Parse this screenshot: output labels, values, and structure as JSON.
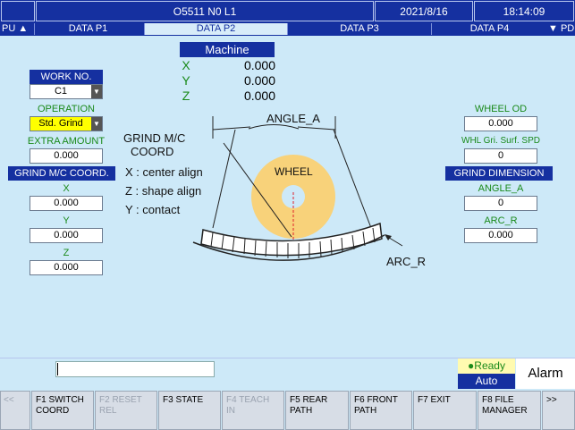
{
  "topbar": {
    "program": "O5511 N0 L1",
    "date": "2021/8/16",
    "time": "18:14:09"
  },
  "tabs": {
    "left_edge": "PU ▲",
    "items": [
      "DATA P1",
      "DATA P2",
      "DATA P3",
      "DATA P4"
    ],
    "active_index": 1,
    "right_edge": "▼ PD"
  },
  "machine": {
    "title": "Machine",
    "axes": [
      {
        "label": "X",
        "value": "0.000"
      },
      {
        "label": "Y",
        "value": "0.000"
      },
      {
        "label": "Z",
        "value": "0.000"
      }
    ]
  },
  "left_panel": {
    "work_no_label": "WORK NO.",
    "work_no_value": "C1",
    "operation_label": "OPERATION",
    "operation_value": "Std. Grind",
    "extra_amount_label": "EXTRA AMOUNT",
    "extra_amount_value": "0.000",
    "coord_header": "GRIND M/C COORD.",
    "coord_x_label": "X",
    "coord_x_value": "0.000",
    "coord_y_label": "Y",
    "coord_y_value": "0.000",
    "coord_z_label": "Z",
    "coord_z_value": "0.000"
  },
  "right_panel": {
    "wheel_od_label": "WHEEL OD",
    "wheel_od_value": "0.000",
    "whl_surf_spd_label": "WHL Gri. Surf. SPD",
    "whl_surf_spd_value": "0",
    "grind_dim_header": "GRIND DIMENSION",
    "angle_a_label": "ANGLE_A",
    "angle_a_value": "0",
    "arc_r_label": "ARC_R",
    "arc_r_value": "0.000"
  },
  "diagram": {
    "angle_label": "ANGLE_A",
    "wheel_label": "WHEEL",
    "arc_label": "ARC_R",
    "coord_title_1": "GRIND M/C",
    "coord_title_2": "COORD",
    "coord_x": "X : center align",
    "coord_z": "Z : shape align",
    "coord_y": "Y : contact"
  },
  "status": {
    "ready": "●Ready",
    "mode": "Auto",
    "alarm": "Alarm"
  },
  "fkeys": {
    "left_edge": "<<",
    "right_edge": ">>",
    "keys": [
      {
        "l1": "F1 SWITCH",
        "l2": "COORD",
        "enabled": true
      },
      {
        "l1": "F2 RESET",
        "l2": "REL",
        "enabled": false
      },
      {
        "l1": "F3 STATE",
        "l2": "",
        "enabled": true
      },
      {
        "l1": "F4 TEACH IN",
        "l2": "",
        "enabled": false
      },
      {
        "l1": "F5 REAR",
        "l2": "PATH",
        "enabled": true
      },
      {
        "l1": "F6 FRONT",
        "l2": "PATH",
        "enabled": true
      },
      {
        "l1": "F7 EXIT",
        "l2": "",
        "enabled": true
      },
      {
        "l1": "F8 FILE",
        "l2": "MANAGER",
        "enabled": true
      }
    ]
  },
  "colors": {
    "navy": "#1530a0",
    "background": "#cde9f8",
    "label_green": "#1a8a1a",
    "wheel": "#f8d27a",
    "operation_highlight": "#ffff00"
  }
}
